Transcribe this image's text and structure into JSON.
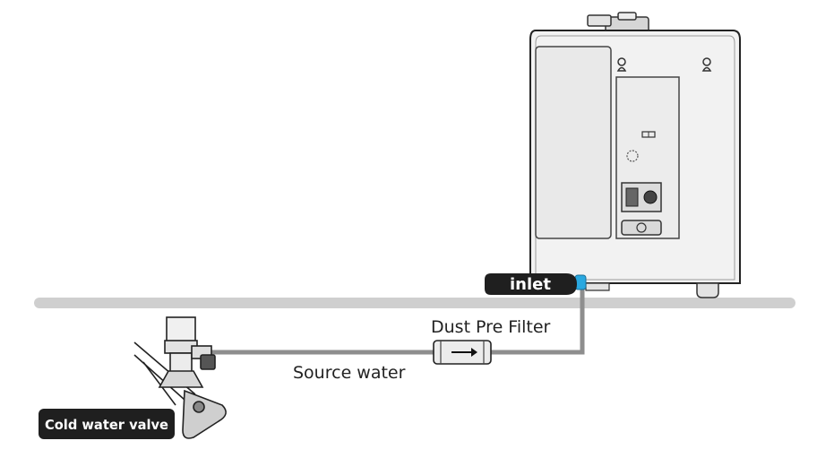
{
  "labels": {
    "inlet": "inlet",
    "dust_pre_filter": "Dust Pre Filter",
    "source_water": "Source water",
    "cold_water_valve": "Cold water valve"
  },
  "colors": {
    "counter": "#cfcfcf",
    "pipe": "#8e8e8e",
    "unit_body": "#f2f2f2",
    "outline": "#222222",
    "badge": "#1f1f1f",
    "inlet_connector": "#29a8e0"
  },
  "icons": [
    "water-ionizer-unit",
    "dust-pre-filter",
    "cold-water-valve",
    "power-switch-icon",
    "keyhole-icon"
  ]
}
